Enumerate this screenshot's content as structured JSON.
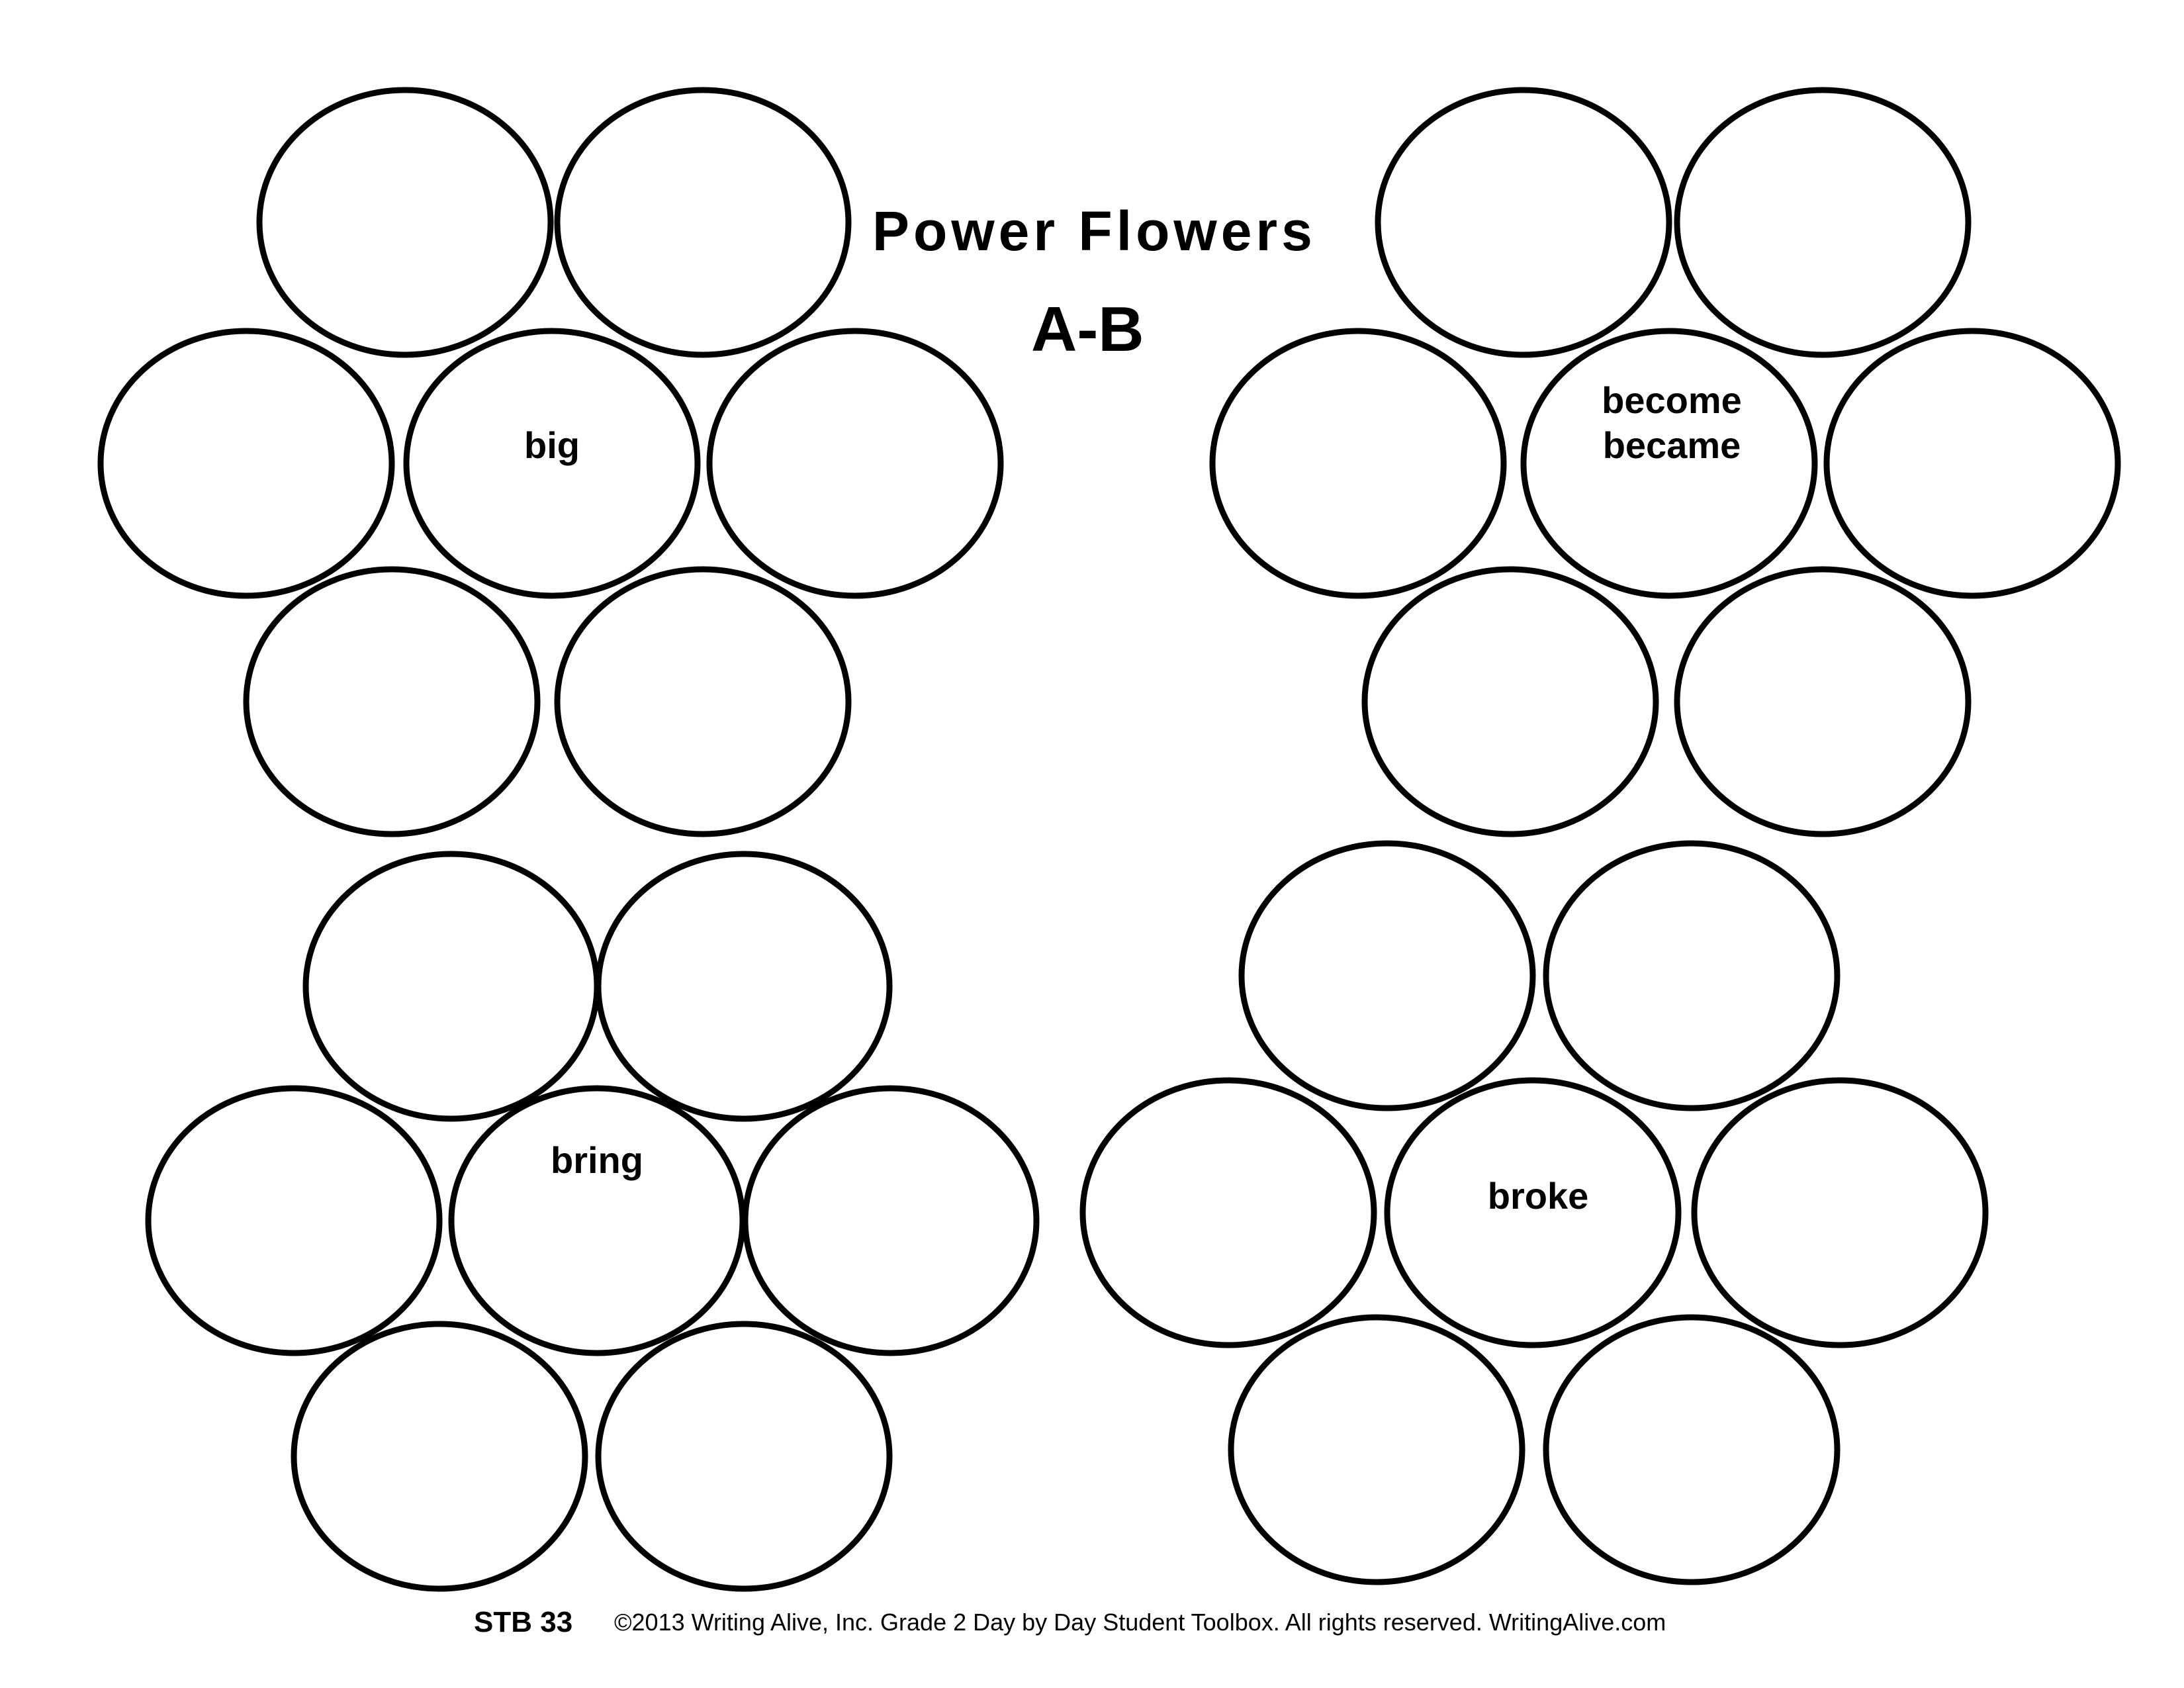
{
  "header": {
    "title": "Power Flowers",
    "subtitle": "A-B"
  },
  "flowers": [
    {
      "id": "big",
      "center_lines": [
        "big"
      ]
    },
    {
      "id": "become",
      "center_lines": [
        "become",
        "became"
      ]
    },
    {
      "id": "bring",
      "center_lines": [
        "bring"
      ]
    },
    {
      "id": "broke",
      "center_lines": [
        "broke"
      ]
    }
  ],
  "footer": {
    "code": "STB 33",
    "copyright": "©2013 Writing Alive, Inc. Grade 2 Day by Day Student Toolbox. All rights reserved. WritingAlive.com"
  },
  "colors": {
    "stroke": "#000000",
    "background": "#ffffff"
  }
}
